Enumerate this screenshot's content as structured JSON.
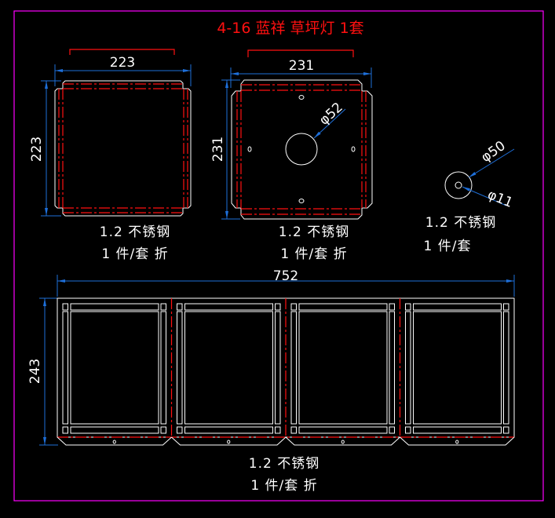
{
  "title": "4-16 蓝祥 草坪灯 1套",
  "colors": {
    "background": "#000000",
    "frame": "#ff00ff",
    "outline": "#ffffff",
    "fold_line": "#ff1010",
    "dimension": "#1e6fd9",
    "title": "#ff1010"
  },
  "parts": [
    {
      "width_dim": "223",
      "height_dim": "223",
      "material": "1.2 不锈钢",
      "qty": "1 件/套 折"
    },
    {
      "width_dim": "231",
      "height_dim": "231",
      "hole_dim": "φ52",
      "material": "1.2 不锈钢",
      "qty": "1 件/套 折"
    },
    {
      "outer_dim": "φ50",
      "inner_dim": "φ11",
      "material": "1.2 不锈钢",
      "qty": "1 件/套"
    },
    {
      "width_dim": "752",
      "height_dim": "243",
      "material": "1.2 不锈钢",
      "qty": "1 件/套 折"
    }
  ]
}
